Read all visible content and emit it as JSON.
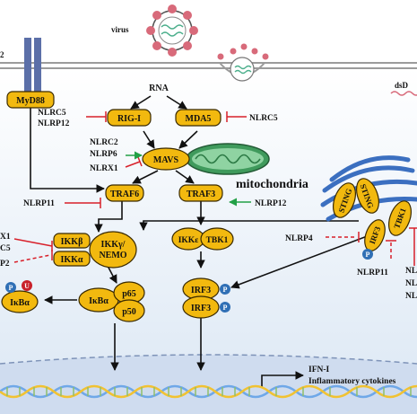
{
  "outside": {
    "virus_label": "virus",
    "left_edge_label": "2",
    "dsdna_label": "dsD"
  },
  "nodes": {
    "myd88": "MyD88",
    "rna": "RNA",
    "rig1": "RIG-I",
    "mda5": "MDA5",
    "mavs": "MAVS",
    "mitochondria": "mitochondria",
    "traf6": "TRAF6",
    "traf3": "TRAF3",
    "ikkb": "IKKβ",
    "ikka": "IKKα",
    "ikkg_nemo_1": "IKKγ/",
    "ikkg_nemo_2": "NEMO",
    "ikke": "IKKε",
    "tbk1": "TBK1",
    "p65": "p65",
    "p50": "p50",
    "ikba_cluster": "IκBα",
    "ikba_left": "IκBα",
    "irf3_top": "IRF3",
    "irf3_bottom": "IRF3",
    "sting_a": "STING",
    "sting_b": "STING",
    "irf3_sting": "IRF3",
    "tbk1_sting": "TBK1",
    "p_badge": "P",
    "u_badge": "U"
  },
  "regulators": {
    "nlrc5_left": "NLRC5",
    "nlrp12_left": "NLRP12",
    "nlrc5_right": "NLRC5",
    "nlrc2": "NLRC2",
    "nlrp6": "NLRP6",
    "nlrx1_mavs": "NLRX1",
    "nlrp11_traf6": "NLRP11",
    "nlrp12_traf3": "NLRP12",
    "nlrx1_ikk": "X1",
    "nlrc5_ikk": "C5",
    "nlrp12_ikk": "P2",
    "nlrp4": "NLRP4",
    "nlrp11_sting": "NLRP11",
    "nl_1": "NL",
    "nl_2": "NL",
    "nl_3": "NL"
  },
  "outputs": {
    "ifn": "IFN-I",
    "cytokines": "Inflammatory cytokines"
  },
  "colors": {
    "node_fill": "#f2b90f",
    "node_stroke": "#3a2a00",
    "membrane": "#8e8e8e",
    "tlr": "#5b6fa8",
    "virus_capsid": "#d86a7a",
    "mito": "#3f9a5c",
    "inhibit": "#d8202a",
    "activate": "#22a046",
    "p_badge": "#2f6fb5",
    "u_badge": "#c8202a",
    "nucleus": "#dfe9f5",
    "dna_a": "#6fa8e8",
    "dna_b": "#f1c232",
    "er": "#3b6fc0"
  }
}
